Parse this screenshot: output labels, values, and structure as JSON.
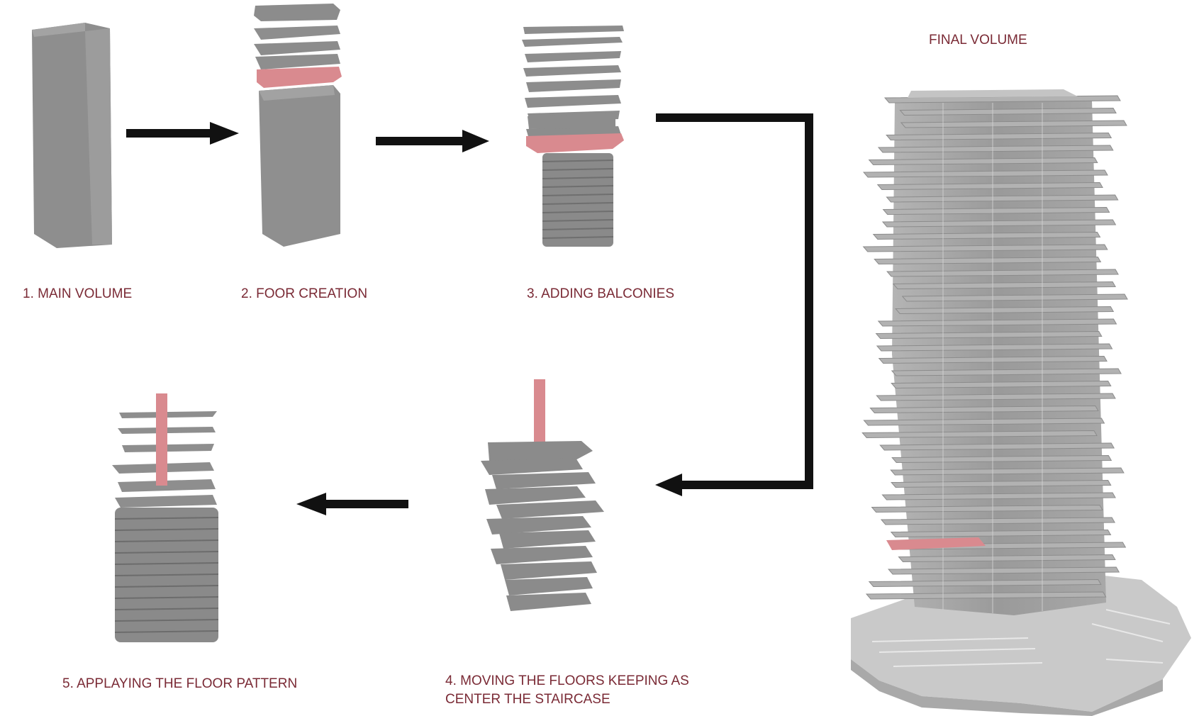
{
  "labels": {
    "step1": "1. MAIN VOLUME",
    "step2": "2. FOOR CREATION",
    "step3": "3. ADDING BALCONIES",
    "step4_line1": "4. MOVING THE FLOORS KEEPING AS",
    "step4_line2": "CENTER THE STAIRCASE",
    "step5": "5. APPLAYING THE FLOOR PATTERN",
    "final": "FINAL VOLUME"
  },
  "colors": {
    "label_text": "#7a2a35",
    "volume_gray": "#9a9a9a",
    "volume_dark": "#7a7a7a",
    "highlight_pink": "#d98a8f",
    "arrow": "#111111",
    "final_tower": "#bdbdbd"
  }
}
